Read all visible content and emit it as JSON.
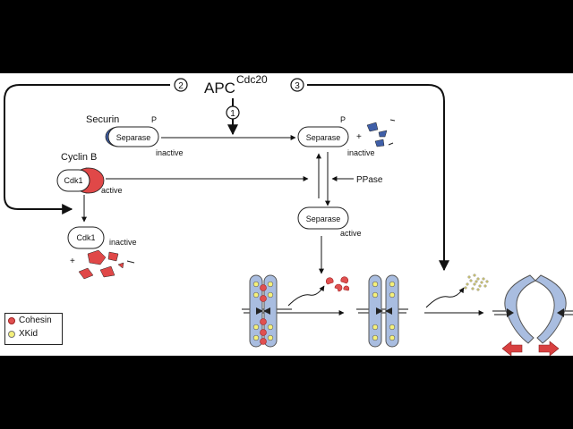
{
  "apc": {
    "label": "APC",
    "superscript": "Cdc20"
  },
  "steps": [
    "1",
    "2",
    "3"
  ],
  "securin_label": "Securin",
  "phospho_mark": "P",
  "separase_label": "Separase",
  "inactive_label": "inactive",
  "active_label": "active",
  "cyclin_b_label": "Cyclin B",
  "cdk1_label": "Cdk1",
  "ppase_label": "PPase",
  "plus_sign": "+",
  "legend": {
    "cohesin": "Cohesin",
    "xkid": "XKid"
  },
  "colors": {
    "securin": "#3f5fa8",
    "cyclin": "#e04848",
    "chromosome": "#a9bde0",
    "cohesin": "#e05050",
    "xkid": "#f4f07a",
    "arrow_red": "#d84040"
  }
}
